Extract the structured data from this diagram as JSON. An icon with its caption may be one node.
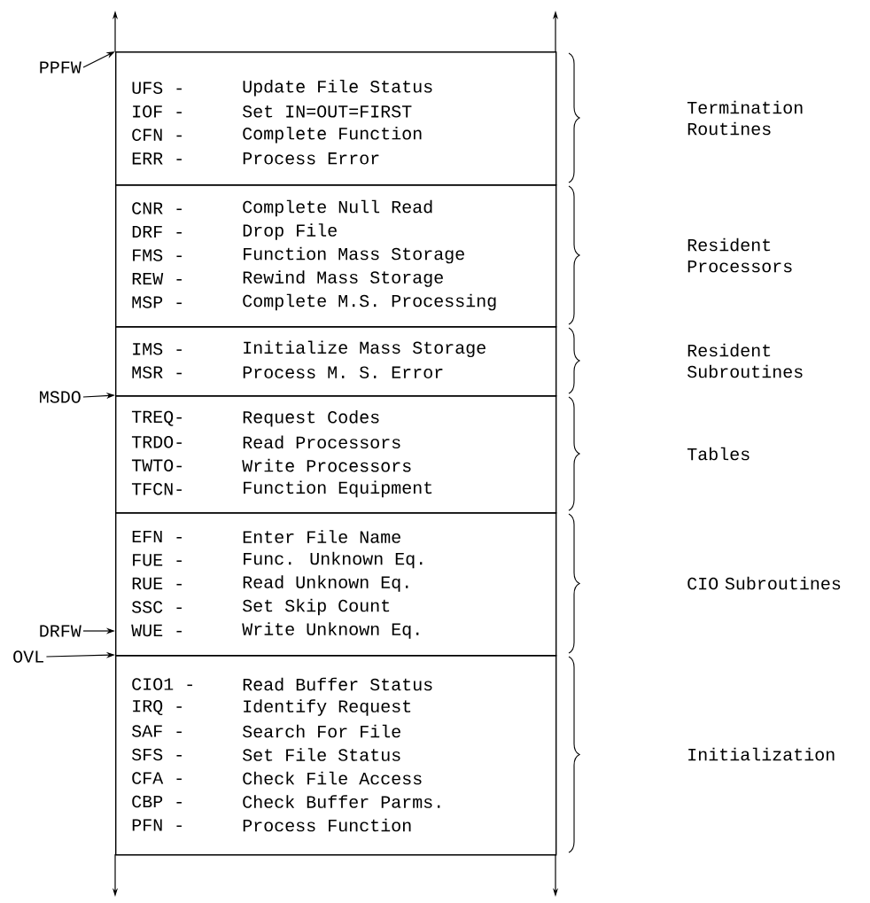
{
  "diagram": {
    "nodes": [
      {
        "text": [
          "UFS -",
          "Update File Status",
          "IOF -",
          "Set IN=OUT=FIRST",
          "CFN -",
          "Complete Function",
          "ERR -",
          "Process Error"
        ]
      },
      {
        "text": [
          "CNR -",
          "Complete Null Read",
          "DRF -",
          "Drop File",
          "FMS -",
          "Function Mass Storage",
          "REW -",
          "Rewind Mass Storage",
          "MSP -",
          "Complete M.S. Processing"
        ]
      },
      {
        "text": [
          "IMS -",
          "Initialize Mass Storage",
          "MSR -",
          "Process M. S. Error"
        ]
      },
      {
        "text": [
          "TREQ-",
          "Request Codes",
          "TRDO-",
          "Read Processors",
          "TWTO-",
          "Write Processors",
          "TFCN-",
          "Function Equipment"
        ]
      },
      {
        "text": [
          "EFN -",
          "Enter File Name",
          "FUE -",
          "Func. Unknown Eq.",
          "RUE -",
          "Read Unknown Eq.",
          "SSC -",
          "Set Skip Count",
          "WUE -",
          "Write Unknown Eq."
        ]
      },
      {
        "text": [
          "CIO1 -",
          "Read Buffer Status",
          "IRQ -",
          "Identify Request",
          "SAF -",
          "Search For File",
          "SFS -",
          "Set File Status",
          "CFA -",
          "Check File Access",
          "CBP -",
          "Check Buffer Parms.",
          "PFN -",
          "Process Function"
        ]
      },
      {
        "text": [
          "PPFW"
        ]
      },
      {
        "text": [
          "MSDO"
        ]
      },
      {
        "text": [
          "DRFW"
        ]
      },
      {
        "text": [
          "OVL"
        ]
      }
    ],
    "edges": [
      {
        "from": 6,
        "to": 0,
        "arrow": "to"
      },
      {
        "from": 7,
        "to": 3,
        "arrow": "to"
      },
      {
        "from": 8,
        "to": 4,
        "arrow": "to"
      },
      {
        "from": 9,
        "to": 5,
        "arrow": "to"
      }
    ],
    "labels": [
      "Termination Routines",
      "Resident Processors",
      "Resident Subroutines",
      "Tables",
      "CIO Subroutines",
      "Initialization"
    ]
  }
}
